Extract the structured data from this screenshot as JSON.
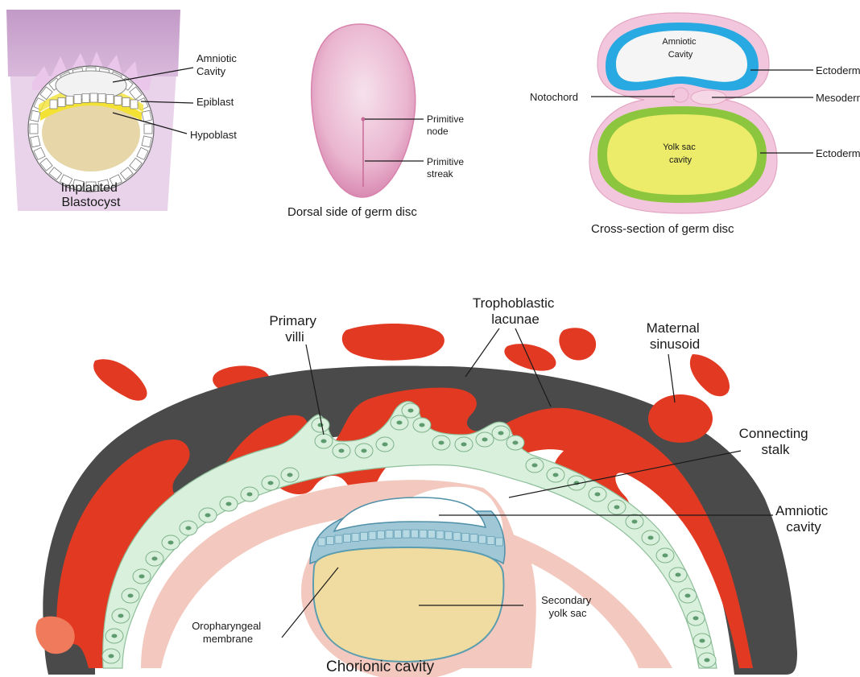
{
  "panel_blastocyst": {
    "labels": {
      "amniotic_cavity": [
        "Amniotic",
        "Cavity"
      ],
      "epiblast": "Epiblast",
      "hypoblast": "Hypoblast"
    },
    "caption": [
      "Implanted",
      "Blastocyst"
    ]
  },
  "panel_dorsal": {
    "labels": {
      "primitive_node": [
        "Primitive",
        "node"
      ],
      "primitive_streak": [
        "Primitive",
        "streak"
      ]
    },
    "caption": "Dorsal side of germ disc"
  },
  "panel_cross": {
    "labels": {
      "amniotic_cavity": [
        "Amniotic",
        "Cavity"
      ],
      "yolk_sac_cavity": [
        "Yolk sac",
        "cavity"
      ],
      "ectoderm_top": "Ectoderm",
      "notochord": "Notochord",
      "mesoderm": "Mesoderm",
      "ectoderm_bottom": "Ectoderm"
    },
    "caption": "Cross-section of germ disc"
  },
  "panel_main": {
    "labels": {
      "primary_villi": [
        "Primary",
        "villi"
      ],
      "trophoblastic_lacunae": [
        "Trophoblastic",
        "lacunae"
      ],
      "maternal_sinusoid": [
        "Maternal",
        "sinusoid"
      ],
      "connecting_stalk": [
        "Connecting",
        "stalk"
      ],
      "amniotic_cavity": [
        "Amniotic",
        "cavity"
      ],
      "oropharyngeal_membrane": [
        "Oropharyngeal",
        "membrane"
      ],
      "secondary_yolk_sac": [
        "Secondary",
        "yolk sac"
      ]
    },
    "caption": "Chorionic cavity"
  },
  "colors": {
    "uterus_purple": "#c7a0c9",
    "pale_purple": "#e6d0e8",
    "epiblast_yellow": "#f3e233",
    "yolk_tan": "#e6d6a8",
    "disc_pink": "#e8a9c8",
    "amnion_blue": "#29a9e1",
    "yolk_green": "#8cc63f",
    "yolk_yellow": "#ecec6a",
    "syncytio_grey": "#4a4a4a",
    "lacuna_red": "#e23a22",
    "cyto_green": "#d8f0dc",
    "mesoderm_pink": "#f3c9bf",
    "sac_tan": "#f0dca0"
  }
}
